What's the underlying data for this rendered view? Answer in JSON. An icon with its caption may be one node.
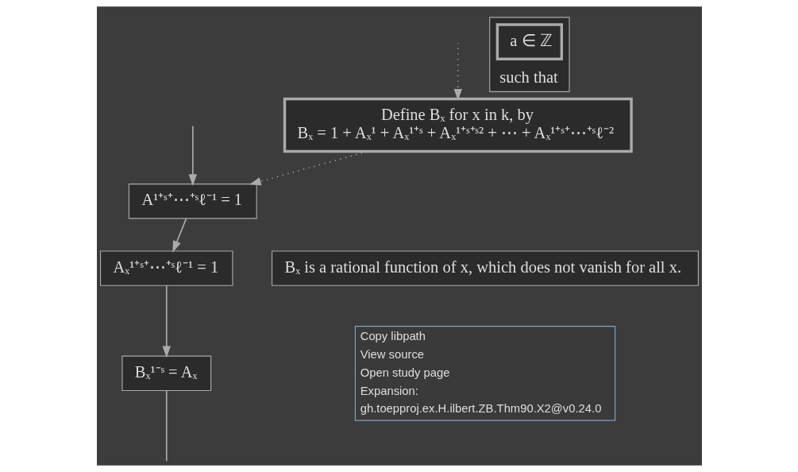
{
  "diagram": {
    "nodes": [
      {
        "text": [
          "Define Bₓ for x in k, by",
          "Bₓ = 1 + Aₓ¹ + Aₓ¹⁺ˢ + Aₓ¹⁺ˢ⁺ˢ² + ⋯ + Aₓ¹⁺ˢ⁺⋯⁺ˢℓ⁻²"
        ]
      },
      {
        "text": [
          "A¹⁺ˢ⁺⋯⁺ˢℓ⁻¹ = 1"
        ]
      },
      {
        "text": [
          "Aₓ¹⁺ˢ⁺⋯⁺ˢℓ⁻¹ = 1"
        ]
      },
      {
        "text": [
          "Bₓ is a rational function of x, which does not vanish for all x."
        ]
      },
      {
        "text": [
          "Bₓ¹⁻ˢ = Aₓ"
        ]
      },
      {
        "text": [
          "such that"
        ]
      },
      {
        "text": [
          "a ∈ ℤ"
        ],
        "in": 5
      }
    ],
    "edges": [
      {
        "from": null,
        "to": 1,
        "arrow": "to"
      },
      {
        "from": null,
        "to": 0,
        "arrow": "to",
        "style": "dashed"
      },
      {
        "from": 0,
        "to": 1,
        "arrow": "to",
        "style": "dashed"
      },
      {
        "from": 1,
        "to": 2,
        "arrow": "to"
      },
      {
        "from": 2,
        "to": 4,
        "arrow": "to"
      },
      {
        "from": 4,
        "to": null,
        "arrow": "none"
      }
    ],
    "labels": [
      "Copy libpath",
      "View source",
      "Open study page",
      "Expansion:",
      "gh.toepproj.ex.H.ilbert.ZB.Thm90.X2@v0.24.0"
    ]
  }
}
